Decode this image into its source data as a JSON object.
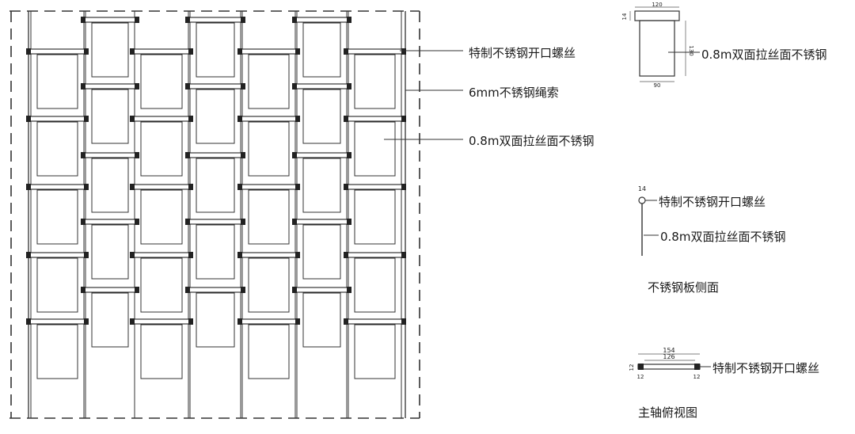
{
  "elevation": {
    "labels": {
      "screw": "特制不锈钢开口螺丝",
      "rope": "6mm不锈钢绳索",
      "panel": "0.8m双面拉丝面不锈钢"
    }
  },
  "panel_detail": {
    "dim_width_top": "120",
    "dim_width_bottom": "90",
    "dim_height": "130",
    "dim_tab": "14",
    "label": "0.8m双面拉丝面不锈钢"
  },
  "side_view": {
    "dim_top": "14",
    "label_screw": "特制不锈钢开口螺丝",
    "label_panel": "0.8m双面拉丝面不锈钢",
    "caption": "不锈钢板侧面"
  },
  "top_view": {
    "dim_outer": "154",
    "dim_inner": "126",
    "dim_left": "12",
    "dim_right": "12",
    "dim_side": "12",
    "label_screw": "特制不锈钢开口螺丝",
    "caption": "主轴俯视图"
  }
}
